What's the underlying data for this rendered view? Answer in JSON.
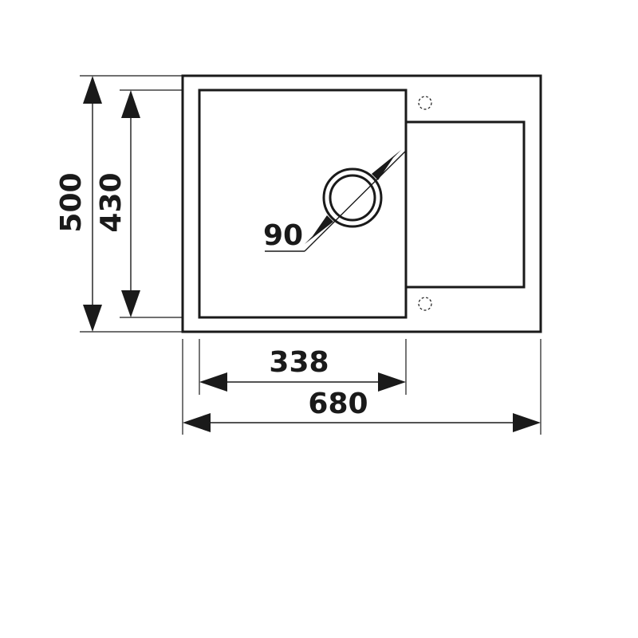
{
  "dimensions": {
    "overall_height": "500",
    "bowl_height": "430",
    "drain_diameter": "90",
    "bowl_width": "338",
    "overall_width": "680"
  }
}
